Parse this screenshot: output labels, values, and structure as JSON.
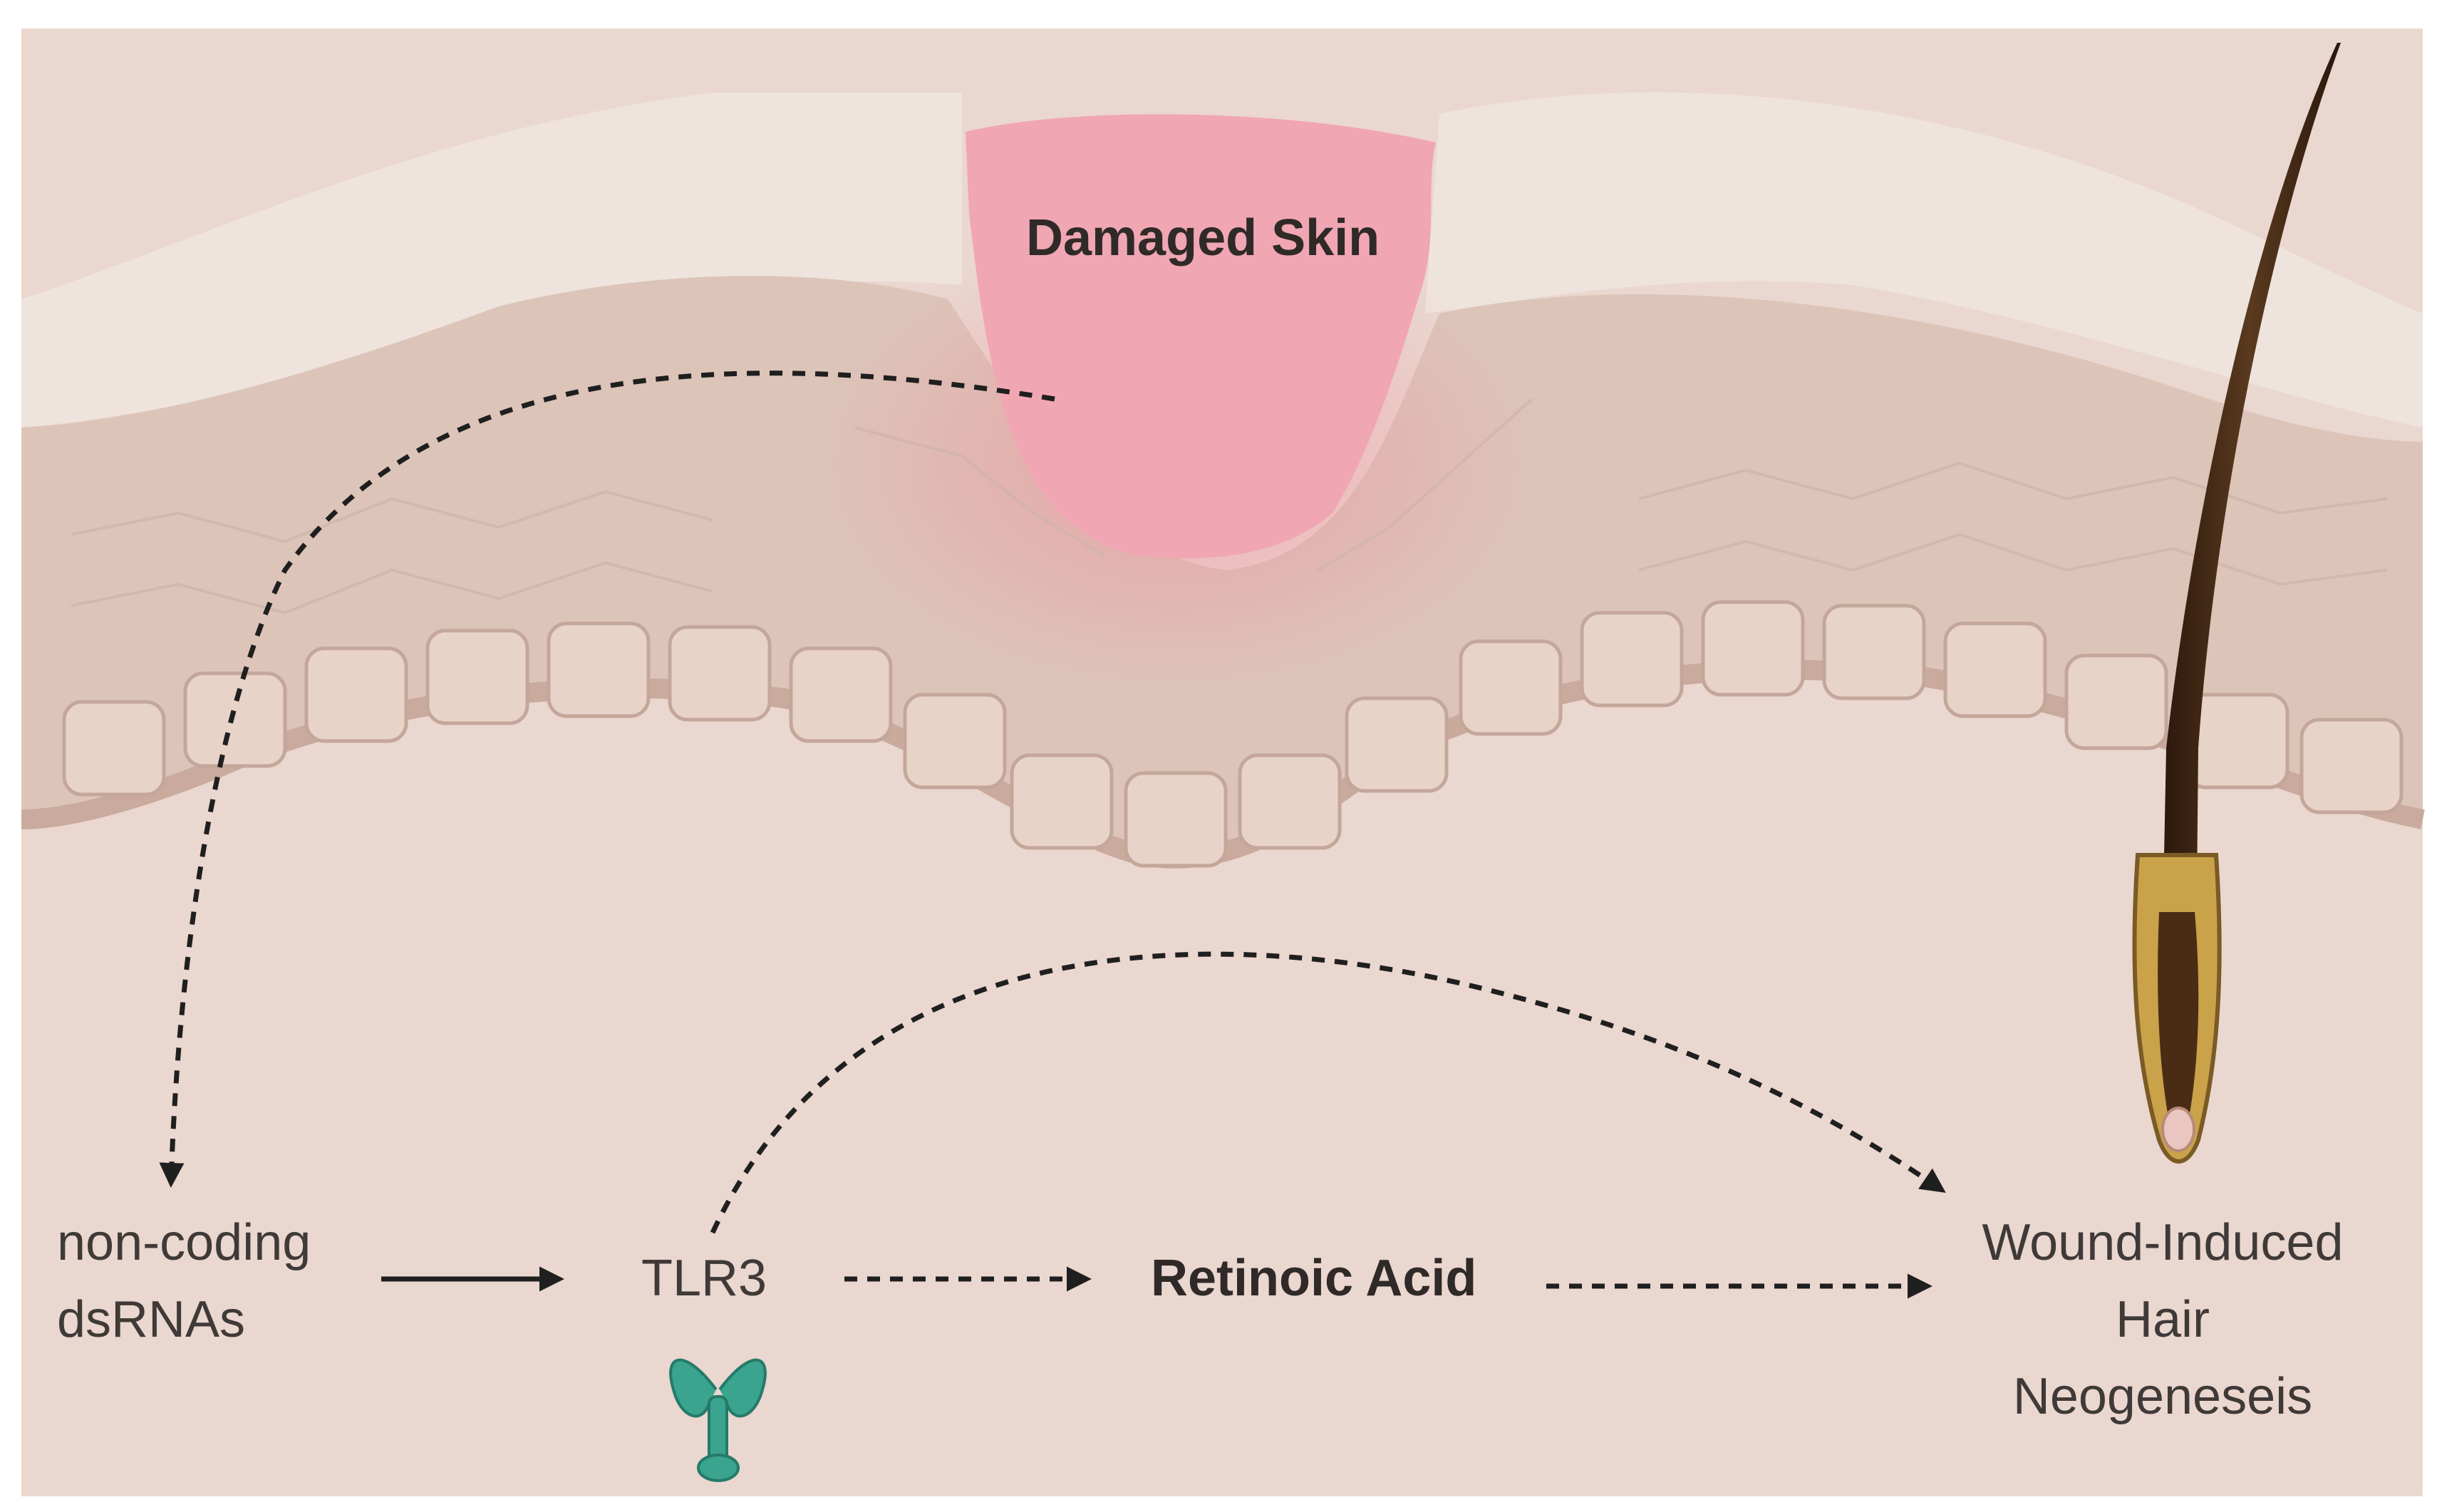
{
  "labels": {
    "damaged_skin": "Damaged Skin",
    "dsrna_line1": "non-coding",
    "dsrna_line2": "dsRNAs",
    "tlr3": "TLR3",
    "retinoic_acid": "Retinoic Acid",
    "wihn_line1": "Wound-Induced",
    "wihn_line2": "Hair",
    "wihn_line3": "Neogeneseis"
  },
  "colors": {
    "dermis": "#ead7cf",
    "epidermis": "#dcc4b9",
    "stratum_corneum": "#eee3dc",
    "wound": "#f0a6b3",
    "basal_cells": "#e3cbc0",
    "hair_shaft": "#3b2414",
    "follicle": "#c9a24a",
    "receptor": "#3aa48e",
    "arrow": "#1f1f1f"
  }
}
